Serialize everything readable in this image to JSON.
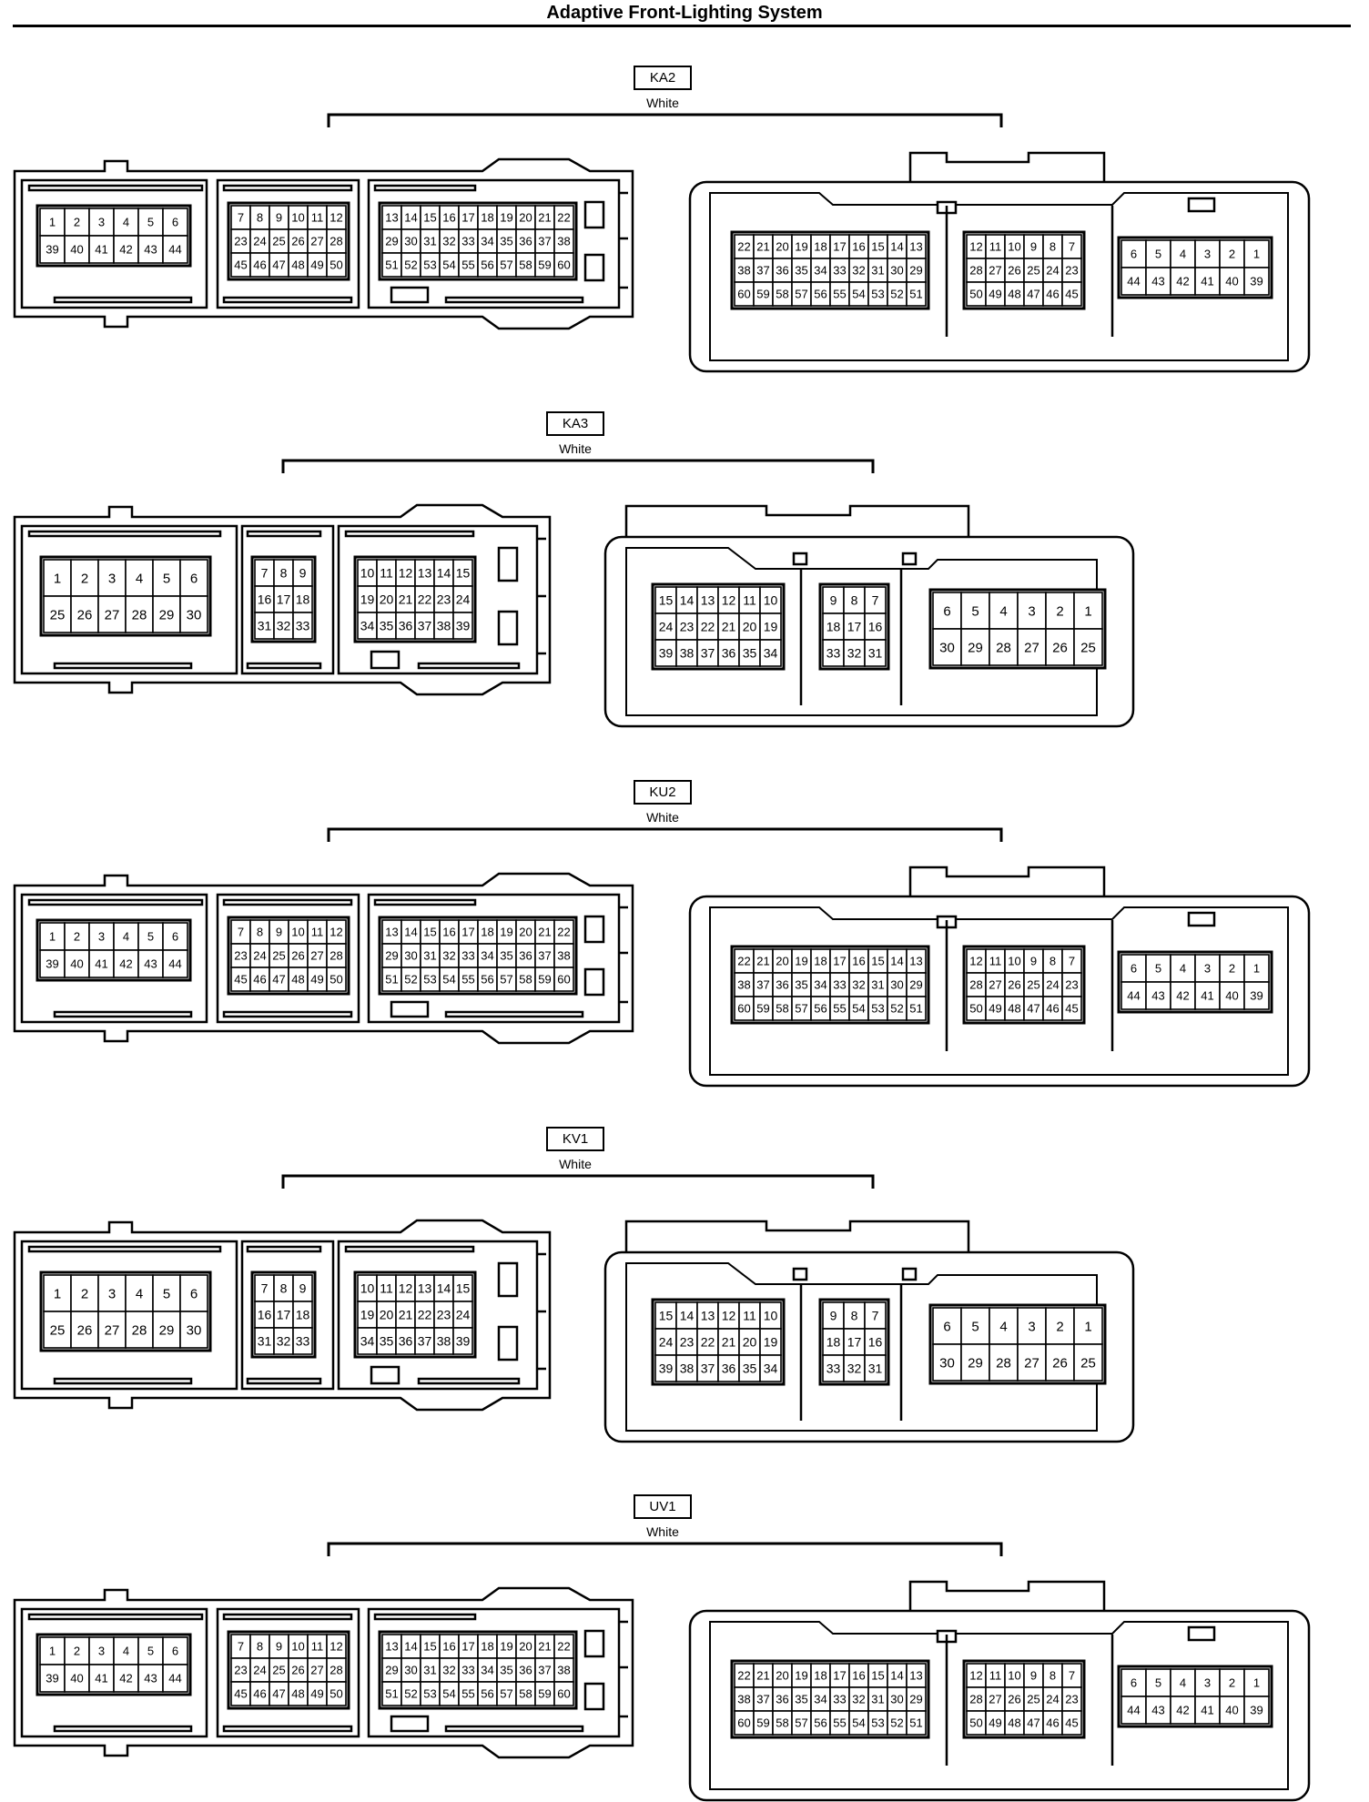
{
  "title": "Adaptive Front-Lighting System",
  "connectors": [
    {
      "label": "KA2",
      "color": "White",
      "type": "60pin"
    },
    {
      "label": "KA3",
      "color": "White",
      "type": "39pin"
    },
    {
      "label": "KU2",
      "color": "White",
      "type": "60pin"
    },
    {
      "label": "KV1",
      "color": "White",
      "type": "39pin"
    },
    {
      "label": "UV1",
      "color": "White",
      "type": "60pin"
    }
  ],
  "pin_layouts": {
    "60pin": {
      "left": [
        [
          [
            "1",
            "2",
            "3",
            "4",
            "5",
            "6"
          ],
          [
            "39",
            "40",
            "41",
            "42",
            "43",
            "44"
          ]
        ],
        [
          [
            "7",
            "8",
            "9",
            "10",
            "11",
            "12"
          ],
          [
            "23",
            "24",
            "25",
            "26",
            "27",
            "28"
          ],
          [
            "45",
            "46",
            "47",
            "48",
            "49",
            "50"
          ]
        ],
        [
          [
            "13",
            "14",
            "15",
            "16",
            "17",
            "18",
            "19",
            "20",
            "21",
            "22"
          ],
          [
            "29",
            "30",
            "31",
            "32",
            "33",
            "34",
            "35",
            "36",
            "37",
            "38"
          ],
          [
            "51",
            "52",
            "53",
            "54",
            "55",
            "56",
            "57",
            "58",
            "59",
            "60"
          ]
        ]
      ],
      "right": [
        [
          [
            "22",
            "21",
            "20",
            "19",
            "18",
            "17",
            "16",
            "15",
            "14",
            "13"
          ],
          [
            "38",
            "37",
            "36",
            "35",
            "34",
            "33",
            "32",
            "31",
            "30",
            "29"
          ],
          [
            "60",
            "59",
            "58",
            "57",
            "56",
            "55",
            "54",
            "53",
            "52",
            "51"
          ]
        ],
        [
          [
            "12",
            "11",
            "10",
            "9",
            "8",
            "7"
          ],
          [
            "28",
            "27",
            "26",
            "25",
            "24",
            "23"
          ],
          [
            "50",
            "49",
            "48",
            "47",
            "46",
            "45"
          ]
        ],
        [
          [
            "6",
            "5",
            "4",
            "3",
            "2",
            "1"
          ],
          [
            "44",
            "43",
            "42",
            "41",
            "40",
            "39"
          ]
        ]
      ]
    },
    "39pin": {
      "left": [
        [
          [
            "1",
            "2",
            "3",
            "4",
            "5",
            "6"
          ],
          [
            "25",
            "26",
            "27",
            "28",
            "29",
            "30"
          ]
        ],
        [
          [
            "7",
            "8",
            "9"
          ],
          [
            "16",
            "17",
            "18"
          ],
          [
            "31",
            "32",
            "33"
          ]
        ],
        [
          [
            "10",
            "11",
            "12",
            "13",
            "14",
            "15"
          ],
          [
            "19",
            "20",
            "21",
            "22",
            "23",
            "24"
          ],
          [
            "34",
            "35",
            "36",
            "37",
            "38",
            "39"
          ]
        ]
      ],
      "right": [
        [
          [
            "15",
            "14",
            "13",
            "12",
            "11",
            "10"
          ],
          [
            "24",
            "23",
            "22",
            "21",
            "20",
            "19"
          ],
          [
            "39",
            "38",
            "37",
            "36",
            "35",
            "34"
          ]
        ],
        [
          [
            "9",
            "8",
            "7"
          ],
          [
            "18",
            "17",
            "16"
          ],
          [
            "33",
            "32",
            "31"
          ]
        ],
        [
          [
            "6",
            "5",
            "4",
            "3",
            "2",
            "1"
          ],
          [
            "30",
            "29",
            "28",
            "27",
            "26",
            "25"
          ]
        ]
      ]
    }
  }
}
